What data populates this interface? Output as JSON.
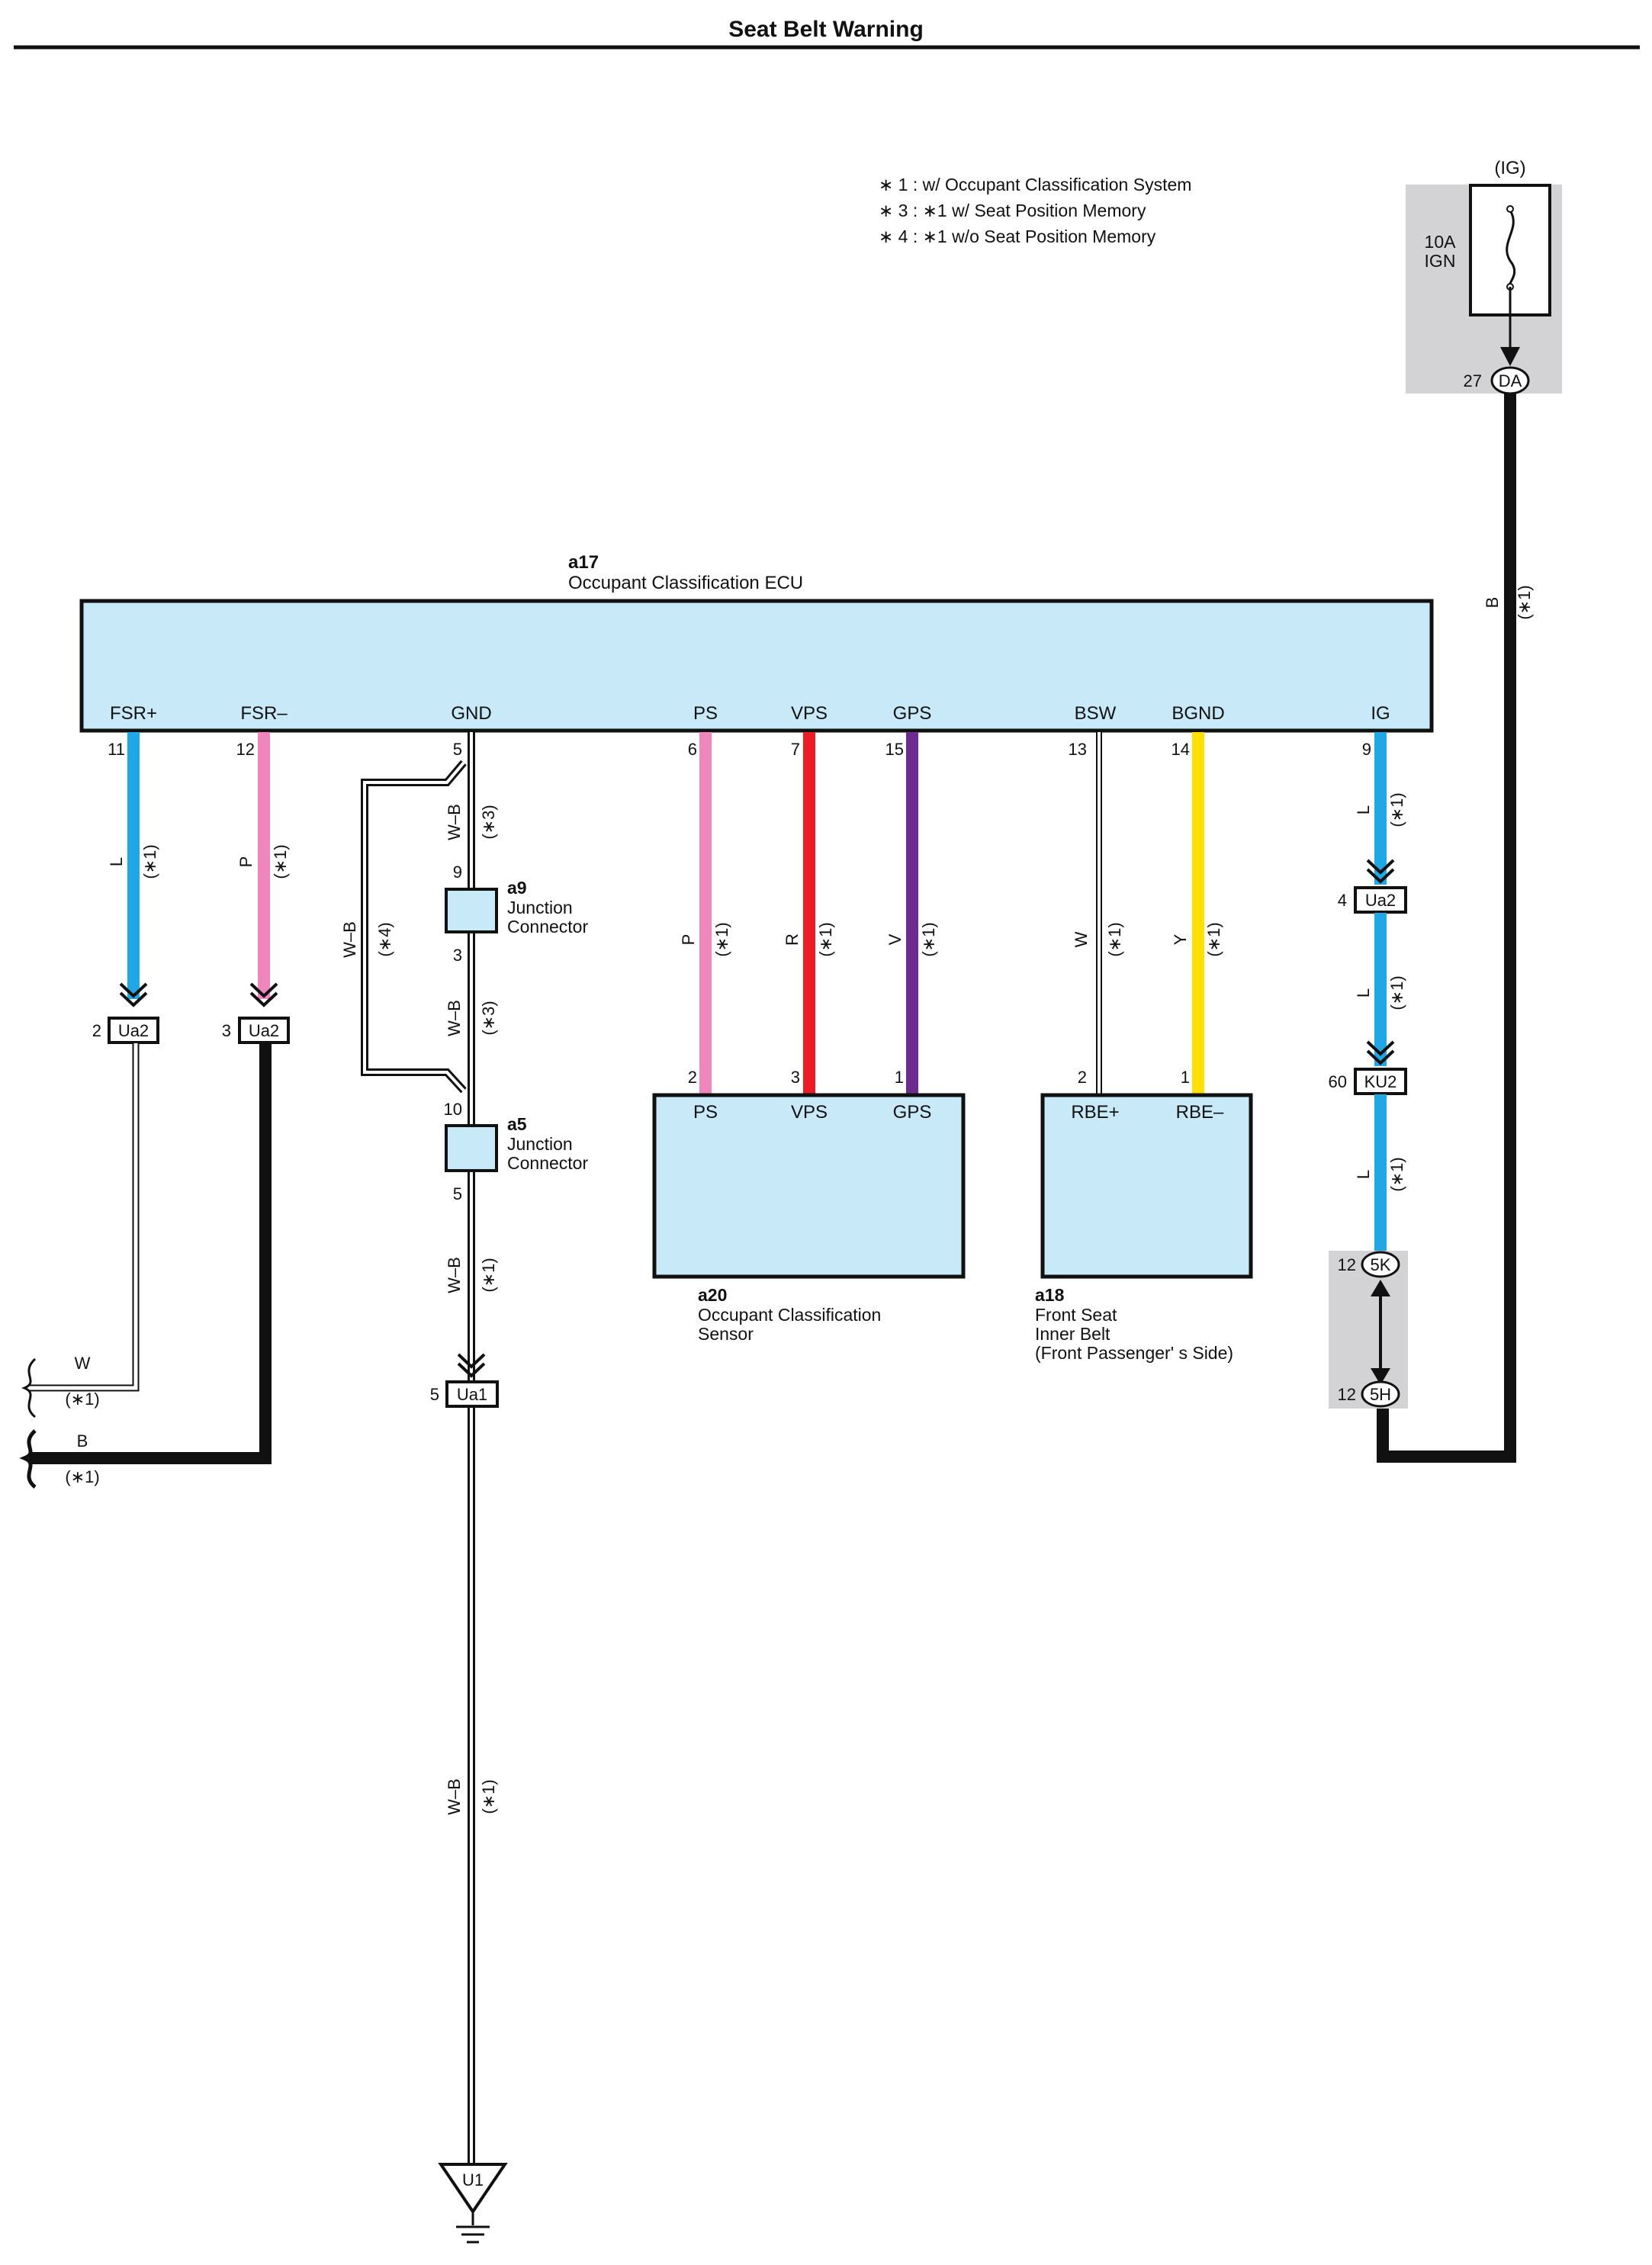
{
  "title": "Seat Belt Warning",
  "notes": [
    "∗ 1 : w/ Occupant Classification System",
    "∗ 3 : ∗1 w/ Seat Position Memory",
    "∗ 4 : ∗1 w/o Seat Position Memory"
  ],
  "fuse": {
    "circuit": "(IG)",
    "rating": "10A",
    "name": "IGN",
    "connector": "DA",
    "pin": "27"
  },
  "ecu": {
    "id": "a17",
    "name": "Occupant Classification ECU",
    "terminals": [
      {
        "label": "FSR+",
        "pin": "11"
      },
      {
        "label": "FSR–",
        "pin": "12"
      },
      {
        "label": "GND",
        "pin": "5"
      },
      {
        "label": "PS",
        "pin": "6"
      },
      {
        "label": "VPS",
        "pin": "7"
      },
      {
        "label": "GPS",
        "pin": "15"
      },
      {
        "label": "BSW",
        "pin": "13"
      },
      {
        "label": "BGND",
        "pin": "14"
      },
      {
        "label": "IG",
        "pin": "9"
      }
    ]
  },
  "junction_a9": {
    "id": "a9",
    "name1": "Junction",
    "name2": "Connector",
    "pin_top": "9",
    "pin_bottom": "3"
  },
  "junction_a5": {
    "id": "a5",
    "name1": "Junction",
    "name2": "Connector",
    "pin_top": "10",
    "pin_bottom": "5"
  },
  "sensor_a20": {
    "id": "a20",
    "name1": "Occupant Classification",
    "name2": "Sensor",
    "terminals": [
      {
        "label": "PS",
        "pin": "2"
      },
      {
        "label": "VPS",
        "pin": "3"
      },
      {
        "label": "GPS",
        "pin": "1"
      }
    ]
  },
  "belt_a18": {
    "id": "a18",
    "name1": "Front Seat",
    "name2": "Inner Belt",
    "name3": "(Front Passenger'  s Side)",
    "terminals": [
      {
        "label": "RBE+",
        "pin": "2"
      },
      {
        "label": "RBE–",
        "pin": "1"
      }
    ]
  },
  "connectors": {
    "ua2_fsrp": {
      "name": "Ua2",
      "pin": "2"
    },
    "ua2_fsrm": {
      "name": "Ua2",
      "pin": "3"
    },
    "ua1": {
      "name": "Ua1",
      "pin": "5"
    },
    "ua2_ig": {
      "name": "Ua2",
      "pin": "4"
    },
    "ku2": {
      "name": "KU2",
      "pin": "60"
    },
    "c5k": {
      "name": "5K",
      "pin": "12"
    },
    "c5h": {
      "name": "5H",
      "pin": "12"
    }
  },
  "ground": {
    "name": "U1"
  },
  "wire_labels": {
    "fsrp": {
      "color": "L",
      "note": "(∗1)"
    },
    "fsrm": {
      "color": "P",
      "note": "(∗1)"
    },
    "gnd_top": {
      "color": "W–B",
      "note": "(∗3)"
    },
    "gnd_mid": {
      "color": "W–B",
      "note": "(∗3)"
    },
    "gnd_bypass": {
      "color": "W–B",
      "note": "(∗4)"
    },
    "gnd_low": {
      "color": "W–B",
      "note": "(∗1)"
    },
    "gnd_bottom": {
      "color": "W–B",
      "note": "(∗1)"
    },
    "ps": {
      "color": "P",
      "note": "(∗1)"
    },
    "vps": {
      "color": "R",
      "note": "(∗1)"
    },
    "gps": {
      "color": "V",
      "note": "(∗1)"
    },
    "bsw": {
      "color": "W",
      "note": "(∗1)"
    },
    "bgnd": {
      "color": "Y",
      "note": "(∗1)"
    },
    "ig1": {
      "color": "L",
      "note": "(∗1)"
    },
    "ig2": {
      "color": "L",
      "note": "(∗1)"
    },
    "ig3": {
      "color": "L",
      "note": "(∗1)"
    },
    "main_b": {
      "color": "B",
      "note": "(∗1)"
    },
    "out_w": {
      "color": "W",
      "note": "(∗1)"
    },
    "out_b": {
      "color": "B",
      "note": "(∗1)"
    }
  },
  "wire_colors": {
    "L": "#1ea9e6",
    "P": "#ef86bc",
    "R": "#ed1c24",
    "V": "#6b2c8e",
    "Y": "#ffe000",
    "B": "#111111",
    "W": "#ffffff",
    "box_fill": "#c8e9f8",
    "shade": "#d3d3d5"
  }
}
